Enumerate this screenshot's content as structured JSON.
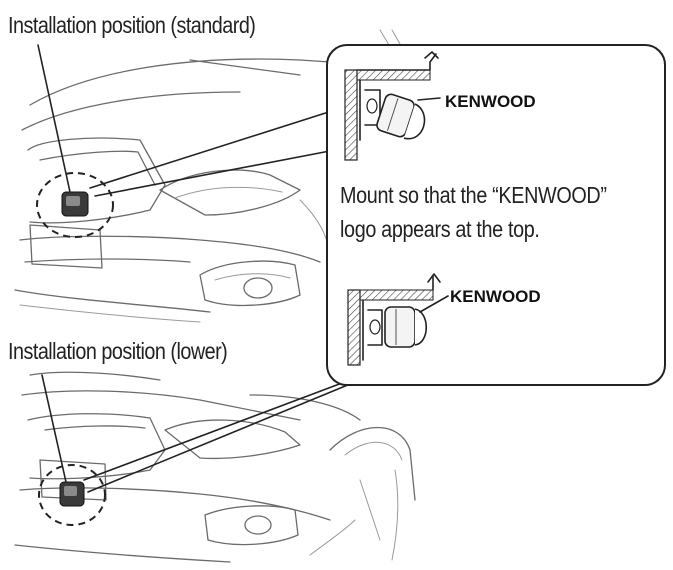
{
  "labels": {
    "standard": "Installation position (standard)",
    "lower": "Installation position (lower)"
  },
  "callout": {
    "line1": "Mount so that the “KENWOOD”",
    "line2": "logo appears at the top.",
    "brand_top": "KENWOOD",
    "brand_bottom": "KENWOOD"
  },
  "colors": {
    "line": "#6b6b6b",
    "ink": "#222222",
    "hatch": "#444444"
  }
}
